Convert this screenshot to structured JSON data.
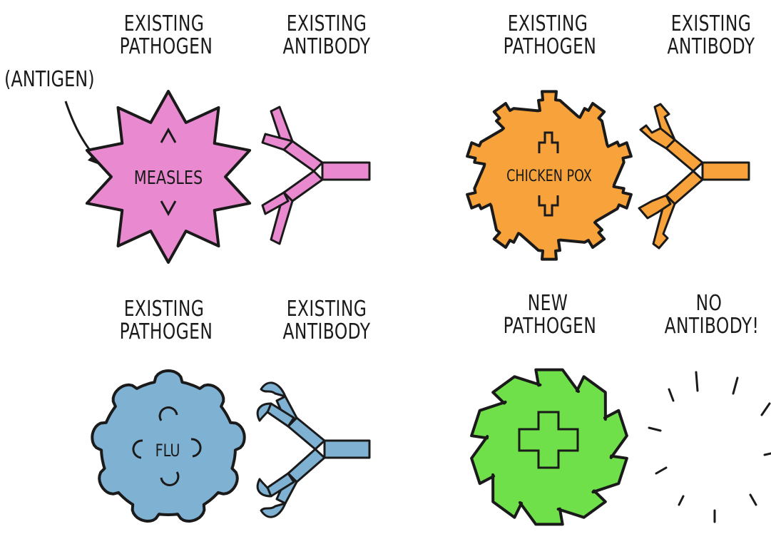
{
  "panels": [
    {
      "pathogen_label": [
        "EXISTING",
        "PATHOGEN"
      ],
      "antibody_label": [
        "EXISTING",
        "ANTIBODY"
      ],
      "pathogen_name": "MEASLES",
      "color": "#e98ad0"
    },
    {
      "pathogen_label": [
        "EXISTING",
        "PATHOGEN"
      ],
      "antibody_label": [
        "EXISTING",
        "ANTIBODY"
      ],
      "pathogen_name": "CHICKEN POX",
      "color": "#f7a23b"
    },
    {
      "pathogen_label": [
        "EXISTING",
        "PATHOGEN"
      ],
      "antibody_label": [
        "EXISTING",
        "ANTIBODY"
      ],
      "pathogen_name": "FLU",
      "color": "#7fb1d3"
    },
    {
      "pathogen_label": [
        "NEW",
        "PATHOGEN"
      ],
      "antibody_label": [
        "NO",
        "ANTIBODY!"
      ],
      "pathogen_name": "",
      "color": "#6fe04a"
    }
  ],
  "antigen_label": "(ANTIGEN)",
  "outline_color": "#1a1a1a"
}
